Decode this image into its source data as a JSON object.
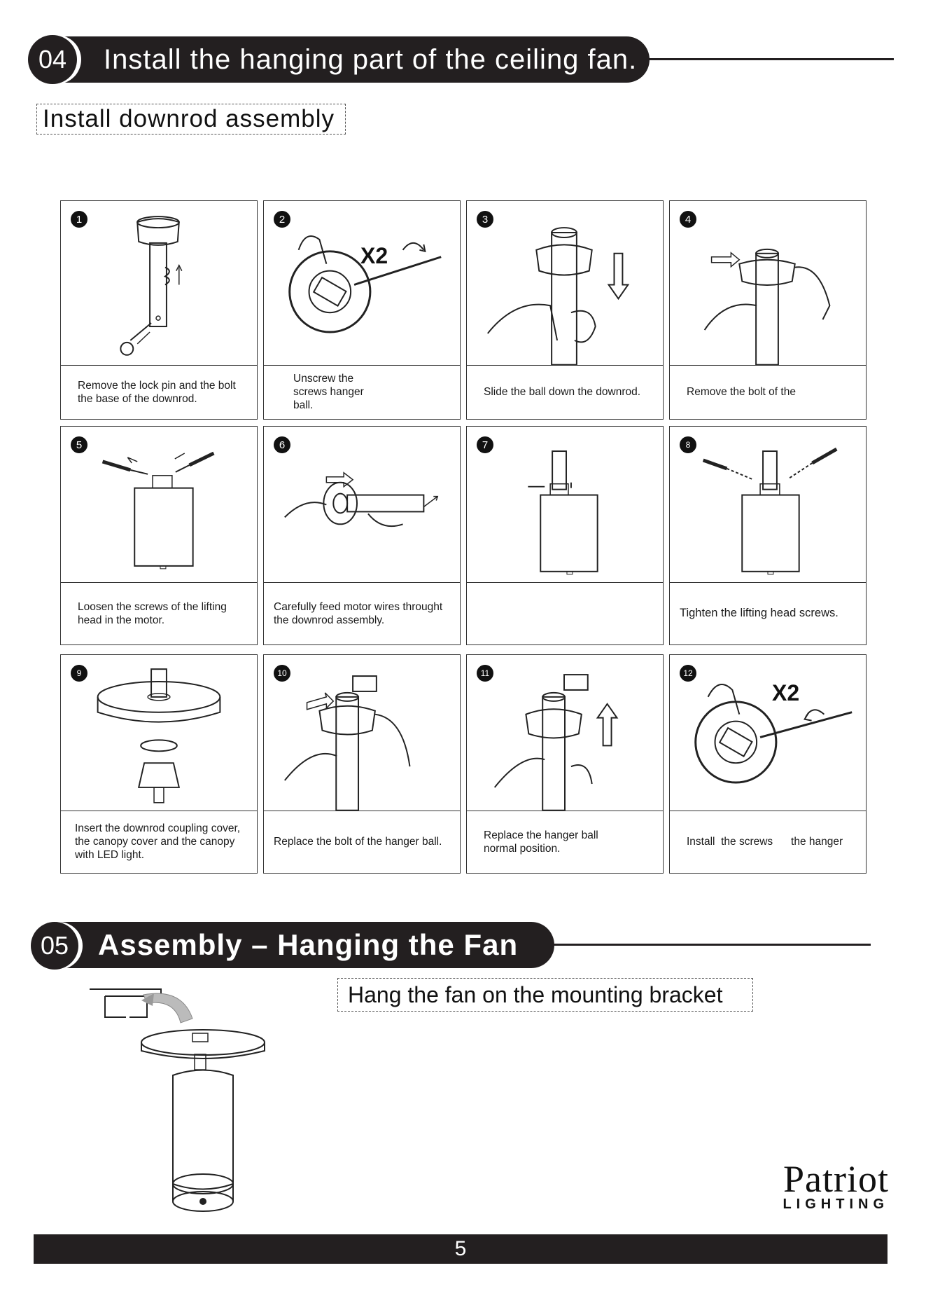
{
  "section04": {
    "number": "04",
    "title": "Install the hanging part of the ceiling fan."
  },
  "subheading04": "Install downrod assembly",
  "steps": [
    {
      "num": "1",
      "caption": "Remove the lock pin and the bolt      the base of the downrod."
    },
    {
      "num": "2",
      "caption": "Unscrew the screws hanger ball.",
      "badge": "X2"
    },
    {
      "num": "3",
      "caption": "Slide the ball down the downrod."
    },
    {
      "num": "4",
      "caption": "Remove the bolt of the"
    },
    {
      "num": "5",
      "caption": "Loosen the screws of the lifting head in the motor."
    },
    {
      "num": "6",
      "caption": "Carefully feed motor wires throught the downrod assembly."
    },
    {
      "num": "7",
      "caption": ""
    },
    {
      "num": "8",
      "caption": "Tighten the lifting head screws."
    },
    {
      "num": "9",
      "caption": "Insert the downrod coupling cover, the canopy cover and the canopy with LED light."
    },
    {
      "num": "10",
      "caption": "Replace the bolt of the hanger ball."
    },
    {
      "num": "11",
      "caption": "Replace the hanger ball normal position."
    },
    {
      "num": "12",
      "caption": "Install  the screws      the hanger",
      "badge": "X2"
    }
  ],
  "section05": {
    "number": "05",
    "title": "Assembly – Hanging the Fan"
  },
  "subheading05": "Hang the fan on the mounting bracket",
  "brand": {
    "name": "Patriot",
    "sub": "LIGHTING"
  },
  "page_number": "5"
}
